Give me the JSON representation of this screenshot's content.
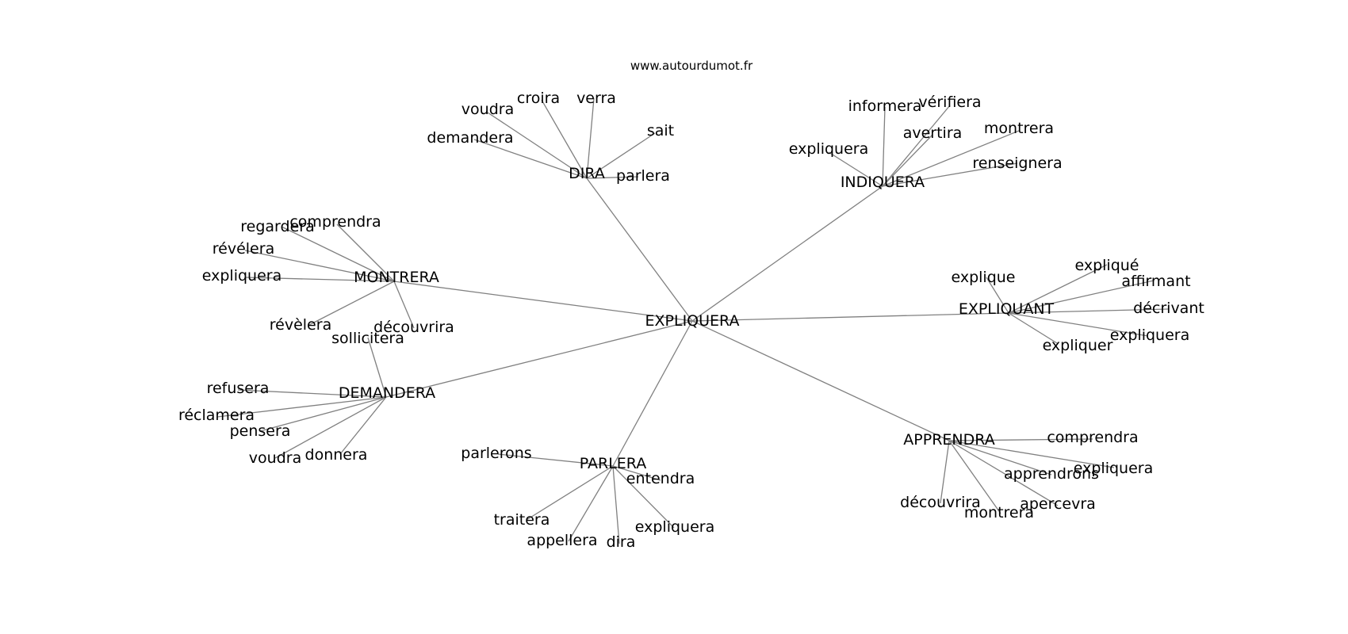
{
  "source": "www.autourdumot.fr",
  "center": {
    "id": "c",
    "label": "EXPLIQUERA"
  },
  "hubs": [
    {
      "id": "dira",
      "label": "DIRA",
      "leaves": [
        "voudra",
        "croira",
        "verra",
        "sait",
        "demandera",
        "parlera"
      ]
    },
    {
      "id": "indiquera",
      "label": "INDIQUERA",
      "leaves": [
        "informera",
        "vérifiera",
        "avertira",
        "montrera",
        "expliquera",
        "renseignera"
      ]
    },
    {
      "id": "montrera",
      "label": "MONTRERA",
      "leaves": [
        "regardera",
        "comprendra",
        "révélera",
        "expliquera",
        "révèlera",
        "découvrira"
      ]
    },
    {
      "id": "expliquant",
      "label": "EXPLIQUANT",
      "leaves": [
        "explique",
        "expliqué",
        "affirmant",
        "décrivant",
        "expliquera",
        "expliquer"
      ]
    },
    {
      "id": "demandera",
      "label": "DEMANDERA",
      "leaves": [
        "sollicitera",
        "refusera",
        "réclamera",
        "pensera",
        "voudra",
        "donnera"
      ]
    },
    {
      "id": "parlera",
      "label": "PARLERA",
      "leaves": [
        "parlerons",
        "entendra",
        "traitera",
        "appellera",
        "dira",
        "expliquera"
      ]
    },
    {
      "id": "apprendra",
      "label": "APPRENDRA",
      "leaves": [
        "comprendra",
        "expliquera",
        "apprendrons",
        "apercevra",
        "découvrira",
        "montrera"
      ]
    }
  ]
}
